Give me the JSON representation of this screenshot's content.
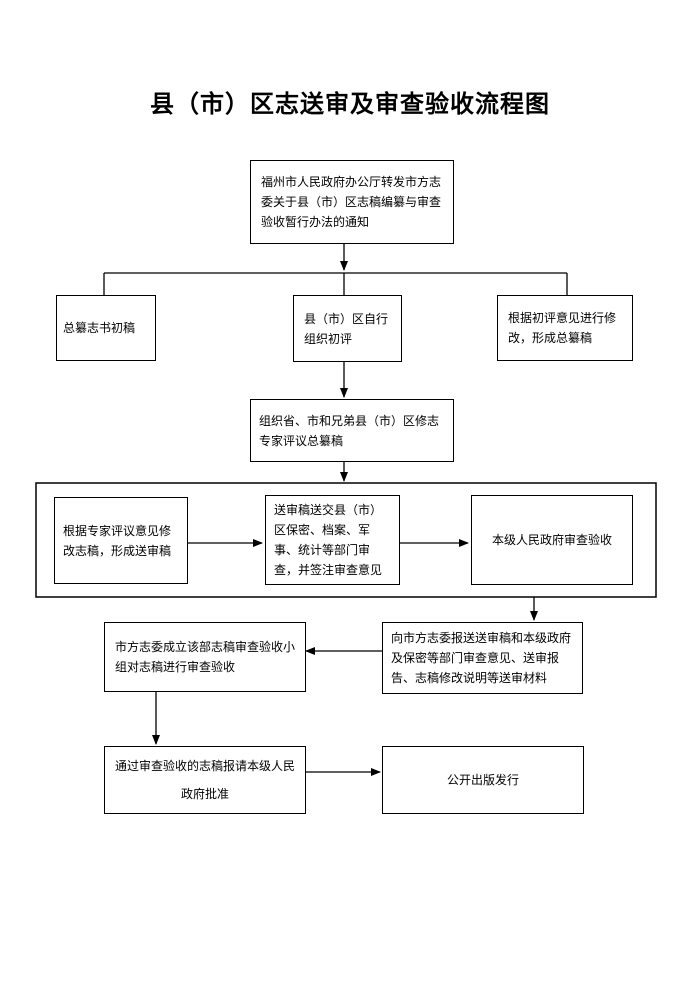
{
  "title": "县（市）区志送审及审查验收流程图",
  "nodes": {
    "notice": "福州市人民政府办公厅转发市方志委关于县（市）区志稿编纂与审查验收暂行办法的通知",
    "first_draft": "总纂志书初稿",
    "self_review": "县（市）区自行组织初评",
    "revise_after_first": "根据初评意见进行修改，形成总纂稿",
    "expert_review": "组织省、市和兄弟县（市）区修志专家评议总纂稿",
    "revise_expert": "根据专家评议意见修改志稿，形成送审稿",
    "dept_review": "送审稿送交县（市）区保密、档案、军事、统计等部门审查，并签注审查意见",
    "gov_review": "本级人民政府审查验收",
    "submit_city": "向市方志委报送送审稿和本级政府及保密等部门审查意见、送审报告、志稿修改说明等送审材料",
    "city_group": "市方志委成立该部志稿审查验收小组对志稿进行审查验收",
    "approval": "通过审查验收的志稿报请本级人民政府批准",
    "publish": "公开出版发行"
  }
}
